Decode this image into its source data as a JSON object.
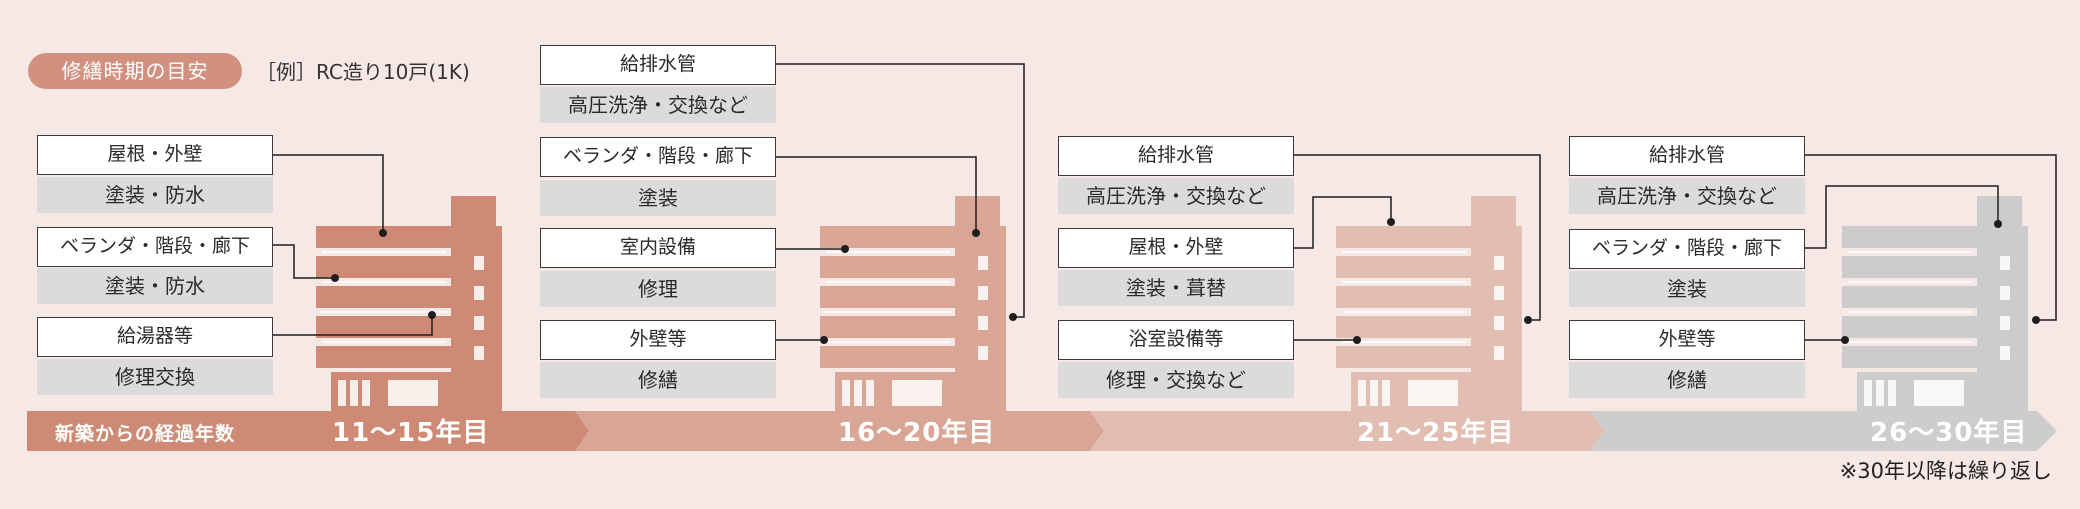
{
  "header": {
    "pill": "修繕時期の目安",
    "example": "［例］RC造り10戸(1K)"
  },
  "timeline": {
    "axis_label": "新築からの経過年数",
    "periods": [
      "11～15年目",
      "16～20年目",
      "21～25年目",
      "26～30年目"
    ]
  },
  "groups": [
    {
      "items": [
        {
          "title": "屋根・外壁",
          "sub": "塗装・防水"
        },
        {
          "title": "ベランダ・階段・廊下",
          "sub": "塗装・防水"
        },
        {
          "title": "給湯器等",
          "sub": "修理交換"
        }
      ]
    },
    {
      "items": [
        {
          "title": "給排水管",
          "sub": "高圧洗浄・交換など"
        },
        {
          "title": "ベランダ・階段・廊下",
          "sub": "塗装"
        },
        {
          "title": "室内設備",
          "sub": "修理"
        },
        {
          "title": "外壁等",
          "sub": "修繕"
        }
      ]
    },
    {
      "items": [
        {
          "title": "給排水管",
          "sub": "高圧洗浄・交換など"
        },
        {
          "title": "屋根・外壁",
          "sub": "塗装・葺替"
        },
        {
          "title": "浴室設備等",
          "sub": "修理・交換など"
        }
      ]
    },
    {
      "items": [
        {
          "title": "給排水管",
          "sub": "高圧洗浄・交換など"
        },
        {
          "title": "ベランダ・階段・廊下",
          "sub": "塗装"
        },
        {
          "title": "外壁等",
          "sub": "修繕"
        }
      ]
    }
  ],
  "footnote": "※30年以降は繰り返し",
  "colors": {
    "stage1": "#cf8a76",
    "stage2": "#d8a392",
    "stage3": "#e2bcb0",
    "stage4": "#cccccc"
  }
}
